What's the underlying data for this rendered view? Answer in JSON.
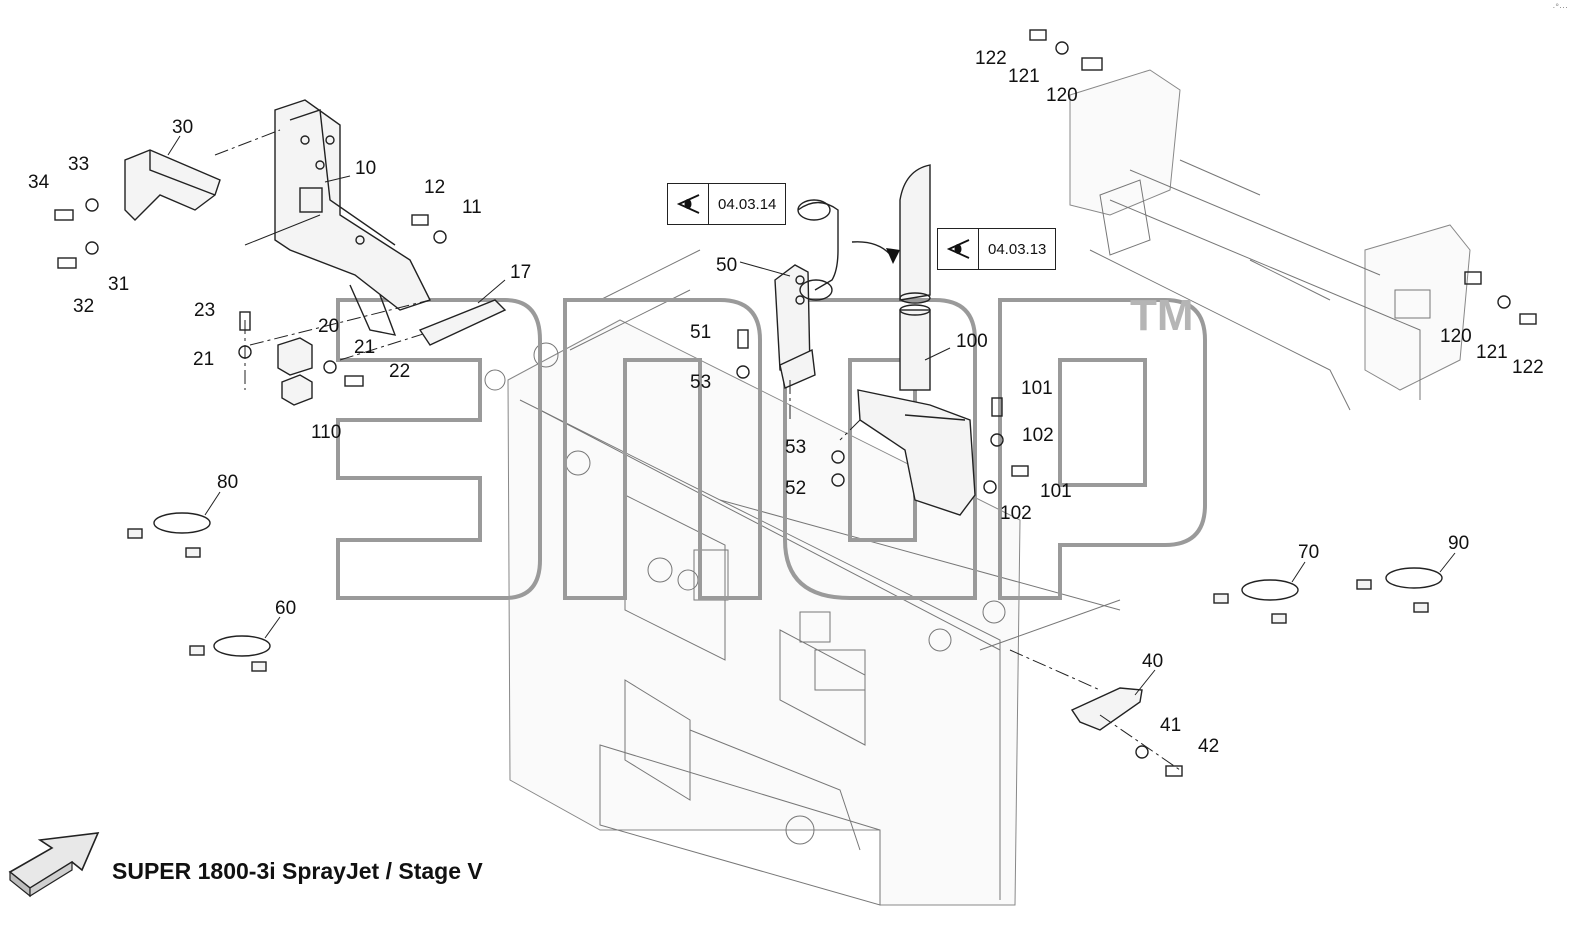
{
  "title": "SUPER 1800-3i SprayJet / Stage V",
  "corner_mark": "·°···",
  "watermark_trademark": "TM",
  "references": [
    {
      "code": "04.03.14",
      "icon": "eye-icon"
    },
    {
      "code": "04.03.13",
      "icon": "eye-icon"
    }
  ],
  "callouts": {
    "c10": "10",
    "c11": "11",
    "c12": "12",
    "c17": "17",
    "c20": "20",
    "c21a": "21",
    "c21b": "21",
    "c22": "22",
    "c23": "23",
    "c30": "30",
    "c31": "31",
    "c32": "32",
    "c33": "33",
    "c34": "34",
    "c40": "40",
    "c41": "41",
    "c42": "42",
    "c50": "50",
    "c51": "51",
    "c52": "52",
    "c53a": "53",
    "c53b": "53",
    "c60": "60",
    "c70": "70",
    "c80": "80",
    "c90": "90",
    "c100": "100",
    "c101a": "101",
    "c101b": "101",
    "c102a": "102",
    "c102b": "102",
    "c110": "110",
    "c120a": "120",
    "c120b": "120",
    "c121a": "121",
    "c121b": "121",
    "c122a": "122",
    "c122b": "122"
  }
}
